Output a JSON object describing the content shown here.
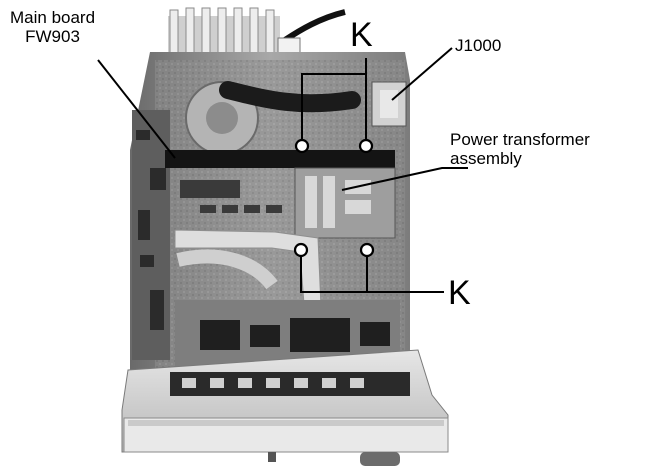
{
  "labels": {
    "main_board_line1": "Main board",
    "main_board_line2": "FW903",
    "k_top": "K",
    "k_bottom": "K",
    "j1000": "J1000",
    "power_line1": "Power transformer",
    "power_line2": "assembly"
  },
  "colors": {
    "background": "#ffffff",
    "ink": "#000000",
    "chassis_light": "#d4d4d4",
    "chassis_mid": "#9a9a9a",
    "chassis_dark": "#2a2a2a"
  }
}
